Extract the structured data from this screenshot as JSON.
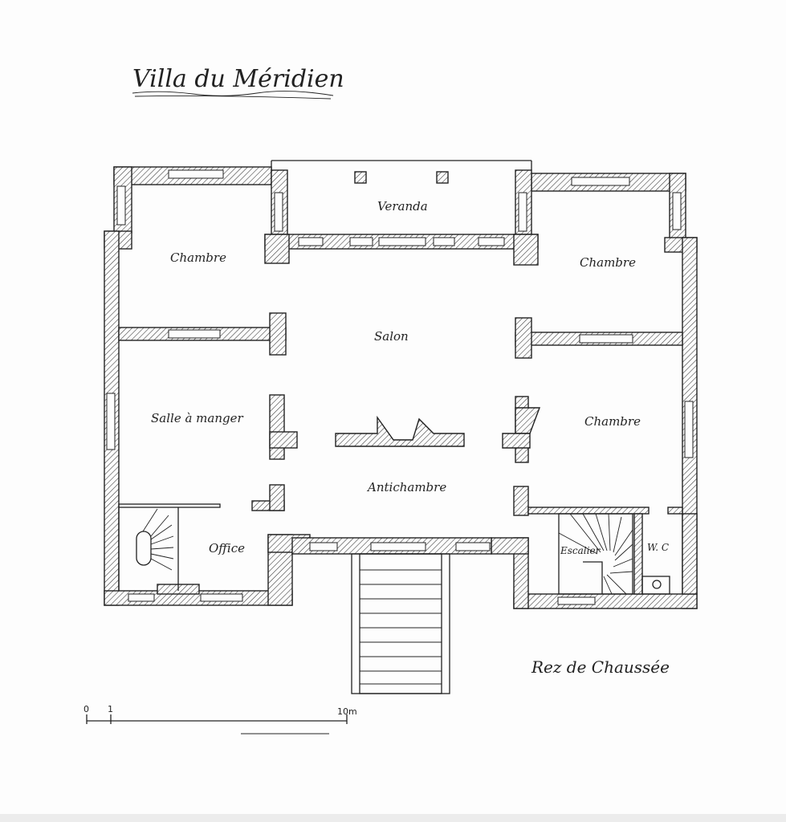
{
  "title": "Villa du Méridien",
  "subtitle": "Rez de Chaussée",
  "rooms": {
    "veranda": "Veranda",
    "chambre_nw": "Chambre",
    "chambre_ne": "Chambre",
    "salon": "Salon",
    "salle_a_manger": "Salle à manger",
    "chambre_e": "Chambre",
    "antichambre": "Antichambre",
    "office": "Office",
    "escalier": "Escalier",
    "wc": "W. C"
  },
  "scale_bar": {
    "label_zero": "0",
    "label_one": "1",
    "label_ten": "10m"
  }
}
